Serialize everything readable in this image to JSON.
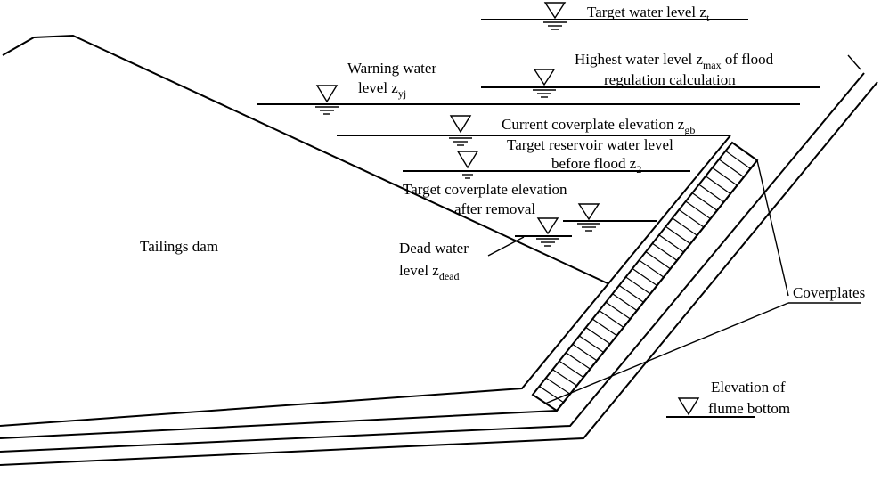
{
  "labels": {
    "target_water_level": {
      "text": "Target water level z",
      "sub": "t"
    },
    "warning_line1": "Warning water",
    "warning_line2": {
      "text": "level z",
      "sub": "yj"
    },
    "highest_line1": {
      "text": "Highest water level z",
      "sub": "max",
      "rest": " of flood"
    },
    "highest_line2": "regulation calculation",
    "current_coverplate": {
      "text": "Current coverplate elevation z",
      "sub": "gb"
    },
    "target_reservoir_line1": "Target reservoir water level",
    "target_reservoir_line2": {
      "text": "before flood z",
      "sub": "2"
    },
    "target_coverplate_line1": "Target coverplate elevation",
    "target_coverplate_line2": "after removal",
    "dead_line1": "Dead water",
    "dead_line2": {
      "text": "level z",
      "sub": "dead"
    },
    "tailings_dam": "Tailings dam",
    "coverplates": "Coverplates",
    "flume_bottom_line1": "Elevation of",
    "flume_bottom_line2": "flume bottom"
  },
  "colors": {
    "stroke": "#000000",
    "background": "#ffffff"
  }
}
